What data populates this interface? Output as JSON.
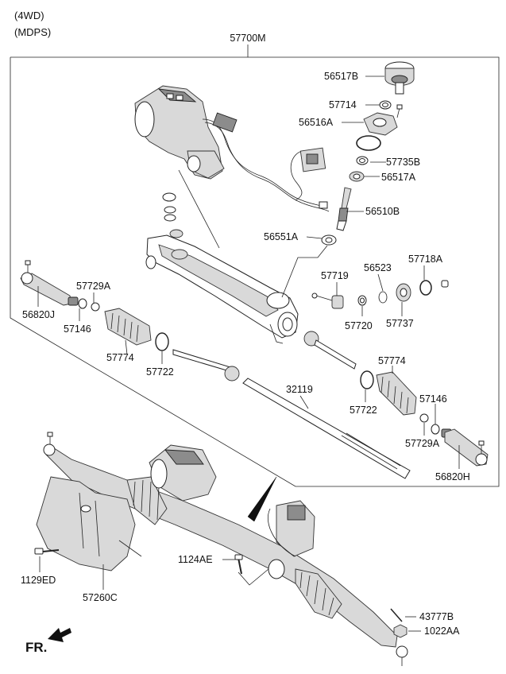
{
  "header": {
    "line1": "(4WD)",
    "line2": "(MDPS)"
  },
  "assembly": {
    "number": "57700M"
  },
  "parts": {
    "p56517B": "56517B",
    "p57714": "57714",
    "p56516A": "56516A",
    "p57735B": "57735B",
    "p56517A": "56517A",
    "p56510B": "56510B",
    "p56551A": "56551A",
    "p57719": "57719",
    "p56523": "56523",
    "p57718A": "57718A",
    "p57729A_left": "57729A",
    "p56820J": "56820J",
    "p57146_left": "57146",
    "p57720": "57720",
    "p57737": "57737",
    "p57774_left": "57774",
    "p57722_left": "57722",
    "p32119": "32119",
    "p57774_right": "57774",
    "p57722_right": "57722",
    "p57146_right": "57146",
    "p57729A_right": "57729A",
    "p56820H": "56820H",
    "p1124AE": "1124AE",
    "p1129ED": "1129ED",
    "p57260C": "57260C",
    "p43777B": "43777B",
    "p1022AA": "1022AA"
  },
  "direction": {
    "label": "FR."
  }
}
